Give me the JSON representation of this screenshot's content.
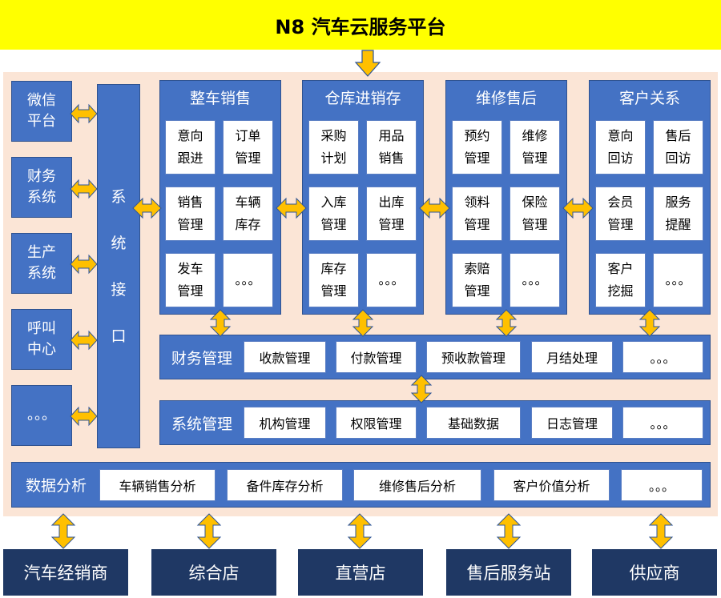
{
  "title": "N8 汽车云服务平台",
  "colors": {
    "title_bg": "#ffff00",
    "panel_bg": "#fbe5d6",
    "module_blue": "#4472c4",
    "arrow": "#ffc000",
    "bottom_dark": "#1f3864"
  },
  "left_systems": [
    "微信\n平台",
    "财务\n系统",
    "生产\n系统",
    "呼叫\n中心",
    "。。。"
  ],
  "interface": [
    "系",
    "统",
    "接",
    "口"
  ],
  "modules": [
    {
      "title": "整车销售",
      "items": [
        "意向\n跟进",
        "订单\n管理",
        "销售\n管理",
        "车辆\n库存",
        "发车\n管理",
        "。。。"
      ]
    },
    {
      "title": "仓库进销存",
      "items": [
        "采购\n计划",
        "用品\n销售",
        "入库\n管理",
        "出库\n管理",
        "库存\n管理",
        "。。。"
      ]
    },
    {
      "title": "维修售后",
      "items": [
        "预约\n管理",
        "维修\n管理",
        "领料\n管理",
        "保险\n管理",
        "索赔\n管理",
        "。。。"
      ]
    },
    {
      "title": "客户关系",
      "items": [
        "意向\n回访",
        "售后\n回访",
        "会员\n管理",
        "服务\n提醒",
        "客户\n挖掘",
        "。。。"
      ]
    }
  ],
  "finance": {
    "label": "财务管理",
    "items": [
      "收款管理",
      "付款管理",
      "预收款管理",
      "月结处理",
      "。。。"
    ]
  },
  "system": {
    "label": "系统管理",
    "items": [
      "机构管理",
      "权限管理",
      "基础数据",
      "日志管理",
      "。。。"
    ]
  },
  "analysis": {
    "label": "数据分析",
    "items": [
      "车辆销售分析",
      "备件库存分析",
      "维修售后分析",
      "客户价值分析",
      "。。。"
    ]
  },
  "bottom": [
    "汽车经销商",
    "综合店",
    "直营店",
    "售后服务站",
    "供应商"
  ]
}
